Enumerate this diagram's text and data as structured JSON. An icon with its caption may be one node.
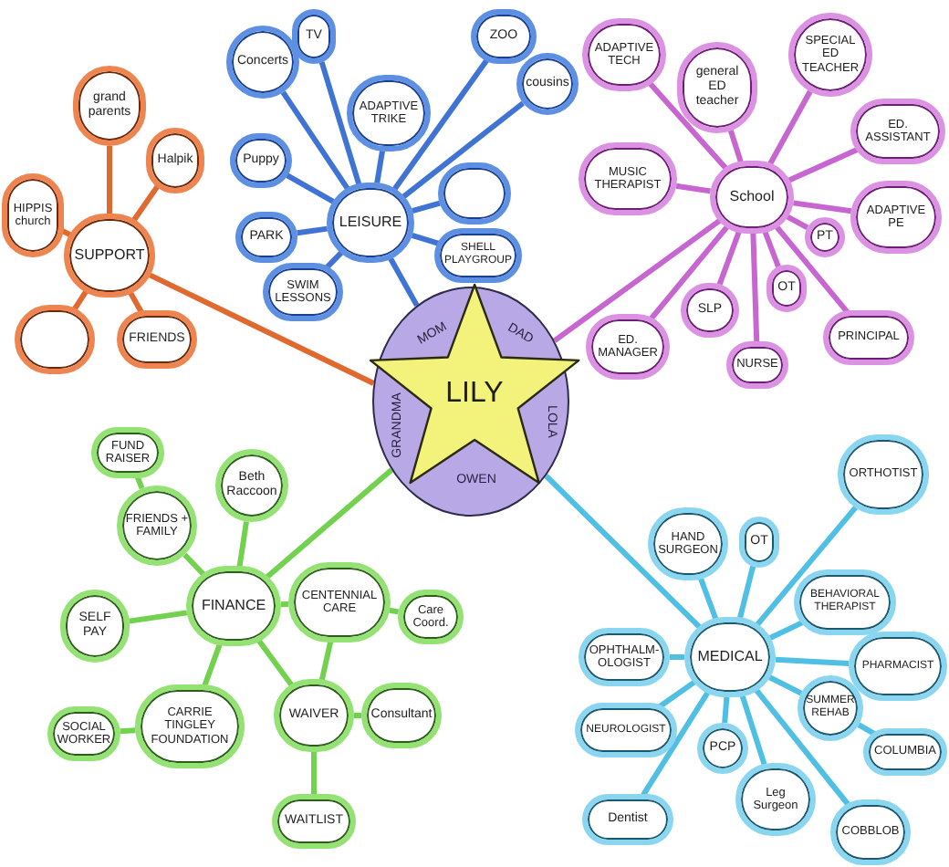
{
  "diagram": {
    "nodes": [
      {
        "text": [
          "HIPPIS church"
        ]
      },
      {
        "text": [
          "grand parents"
        ]
      },
      {
        "text": [
          "Halpik"
        ]
      },
      {
        "text": [
          "SUPPORT"
        ]
      },
      {
        "text": [],
        "shape": "circle"
      },
      {
        "text": [
          "FRIENDS"
        ]
      },
      {
        "text": [
          "Concerts"
        ]
      },
      {
        "text": [
          "TV"
        ]
      },
      {
        "text": [
          "ZOO"
        ]
      },
      {
        "text": [
          "ADAPTIVE TRIKE"
        ]
      },
      {
        "text": [
          "cousins"
        ]
      },
      {
        "text": [
          "Puppy"
        ]
      },
      {
        "text": [],
        "shape": "circle"
      },
      {
        "text": [
          "LEISURE"
        ]
      },
      {
        "text": [
          "PARK"
        ]
      },
      {
        "text": [
          "SHELL PLAYGROUP"
        ]
      },
      {
        "text": [
          "SWIM LESSONS"
        ]
      },
      {
        "text": [
          "ADAPTIVE TECH"
        ]
      },
      {
        "text": [
          "general ED teacher"
        ]
      },
      {
        "text": [
          "SPECIAL ED TEACHER"
        ]
      },
      {
        "text": [
          "ED. ASSISTANT"
        ]
      },
      {
        "text": [
          "MUSIC THERAPIST"
        ]
      },
      {
        "text": [
          "School"
        ]
      },
      {
        "text": [
          "PT"
        ]
      },
      {
        "text": [
          "ADAPTIVE PE"
        ]
      },
      {
        "text": [
          "OT"
        ]
      },
      {
        "text": [
          "ED. MANAGER"
        ]
      },
      {
        "text": [
          "SLP"
        ]
      },
      {
        "text": [
          "NURSE"
        ]
      },
      {
        "text": [
          "PRINCIPAL"
        ]
      },
      {
        "text": [
          "MOM",
          "DAD",
          "LOLA",
          "OWEN",
          "GRANDMA"
        ]
      },
      {
        "text": [
          "LILY"
        ]
      },
      {
        "text": [
          "FUND RAISER"
        ]
      },
      {
        "text": [
          "FRIENDS + FAMILY"
        ]
      },
      {
        "text": [
          "Beth Raccoon"
        ]
      },
      {
        "text": [
          "SELF PAY"
        ]
      },
      {
        "text": [
          "FINANCE"
        ]
      },
      {
        "text": [
          "CENTENNIAL CARE"
        ]
      },
      {
        "text": [
          "Care Coord."
        ]
      },
      {
        "text": [
          "CARRIE TINGLEY FOUNDATION"
        ]
      },
      {
        "text": [
          "SOCIAL WORKER"
        ]
      },
      {
        "text": [
          "WAIVER"
        ]
      },
      {
        "text": [
          "Consultant"
        ]
      },
      {
        "text": [
          "WAITLIST"
        ]
      },
      {
        "text": [
          "ORTHOTIST"
        ]
      },
      {
        "text": [
          "HAND SURGEON"
        ]
      },
      {
        "text": [
          "OT"
        ]
      },
      {
        "text": [
          "BEHAVIORAL THERAPIST"
        ]
      },
      {
        "text": [
          "OPHTHALM-OLOGIST"
        ]
      },
      {
        "text": [
          "MEDICAL"
        ]
      },
      {
        "text": [
          "PHARMACIST"
        ]
      },
      {
        "text": [
          "SUMMER REHAB"
        ]
      },
      {
        "text": [
          "NEUROLOGIST"
        ]
      },
      {
        "text": [
          "PCP"
        ]
      },
      {
        "text": [
          "Leg Surgeon"
        ]
      },
      {
        "text": [
          "COLUMBIA"
        ]
      },
      {
        "text": [
          "COBBLOB"
        ]
      },
      {
        "text": [
          "Dentist"
        ]
      }
    ],
    "edges": [
      {
        "from": 30,
        "to": 3,
        "arrow": "none",
        "color": "#e0692f"
      },
      {
        "from": 30,
        "to": 13,
        "arrow": "none",
        "color": "#3f74d4"
      },
      {
        "from": 30,
        "to": 22,
        "arrow": "none",
        "color": "#c766d0"
      },
      {
        "from": 30,
        "to": 36,
        "arrow": "none",
        "color": "#72d14f"
      },
      {
        "from": 30,
        "to": 49,
        "arrow": "none"
      },
      {
        "from": 3,
        "to": 0,
        "arrow": "none",
        "color": "#e0692f"
      },
      {
        "from": 3,
        "to": 1,
        "arrow": "none",
        "color": "#e0692f"
      },
      {
        "from": 3,
        "to": 2,
        "arrow": "none",
        "color": "#e0692f"
      },
      {
        "from": 3,
        "to": 4,
        "arrow": "none",
        "color": "#e0692f"
      },
      {
        "from": 3,
        "to": 5,
        "arrow": "none",
        "color": "#e0692f"
      },
      {
        "from": 13,
        "to": 6,
        "arrow": "none",
        "color": "#3f74d4"
      },
      {
        "from": 13,
        "to": 7,
        "arrow": "none",
        "color": "#3f74d4"
      },
      {
        "from": 13,
        "to": 8,
        "arrow": "none",
        "color": "#3f74d4"
      },
      {
        "from": 13,
        "to": 9,
        "arrow": "none",
        "color": "#3f74d4"
      },
      {
        "from": 13,
        "to": 10,
        "arrow": "none",
        "color": "#3f74d4"
      },
      {
        "from": 13,
        "to": 11,
        "arrow": "none",
        "color": "#3f74d4"
      },
      {
        "from": 13,
        "to": 12,
        "arrow": "none",
        "color": "#3f74d4"
      },
      {
        "from": 13,
        "to": 14,
        "arrow": "none",
        "color": "#3f74d4"
      },
      {
        "from": 13,
        "to": 15,
        "arrow": "none",
        "color": "#3f74d4"
      },
      {
        "from": 13,
        "to": 16,
        "arrow": "none",
        "color": "#3f74d4"
      },
      {
        "from": 22,
        "to": 17,
        "arrow": "none",
        "color": "#c766d0"
      },
      {
        "from": 22,
        "to": 18,
        "arrow": "none",
        "color": "#c766d0"
      },
      {
        "from": 22,
        "to": 19,
        "arrow": "none",
        "color": "#c766d0"
      },
      {
        "from": 22,
        "to": 20,
        "arrow": "none",
        "color": "#c766d0"
      },
      {
        "from": 22,
        "to": 21,
        "arrow": "none",
        "color": "#c766d0"
      },
      {
        "from": 22,
        "to": 23,
        "arrow": "none",
        "color": "#c766d0"
      },
      {
        "from": 22,
        "to": 24,
        "arrow": "none",
        "color": "#c766d0"
      },
      {
        "from": 22,
        "to": 25,
        "arrow": "none",
        "color": "#c766d0"
      },
      {
        "from": 22,
        "to": 26,
        "arrow": "none",
        "color": "#c766d0"
      },
      {
        "from": 22,
        "to": 27,
        "arrow": "none",
        "color": "#c766d0"
      },
      {
        "from": 22,
        "to": 28,
        "arrow": "none",
        "color": "#c766d0"
      },
      {
        "from": 22,
        "to": 29,
        "arrow": "none",
        "color": "#c766d0"
      },
      {
        "from": 33,
        "to": 32,
        "arrow": "none",
        "color": "#72d14f"
      },
      {
        "from": 36,
        "to": 33,
        "arrow": "none",
        "color": "#72d14f"
      },
      {
        "from": 36,
        "to": 34,
        "arrow": "none",
        "color": "#72d14f"
      },
      {
        "from": 36,
        "to": 35,
        "arrow": "none",
        "color": "#72d14f"
      },
      {
        "from": 36,
        "to": 37,
        "arrow": "none",
        "color": "#72d14f"
      },
      {
        "from": 37,
        "to": 38,
        "arrow": "none",
        "color": "#72d14f"
      },
      {
        "from": 37,
        "to": 41,
        "arrow": "none",
        "color": "#72d14f"
      },
      {
        "from": 36,
        "to": 41,
        "arrow": "none",
        "color": "#72d14f"
      },
      {
        "from": 41,
        "to": 42,
        "arrow": "none",
        "color": "#72d14f"
      },
      {
        "from": 41,
        "to": 43,
        "arrow": "none",
        "color": "#72d14f"
      },
      {
        "from": 36,
        "to": 39,
        "arrow": "none",
        "color": "#72d14f"
      },
      {
        "from": 39,
        "to": 40,
        "arrow": "none",
        "color": "#72d14f"
      },
      {
        "from": 49,
        "to": 44,
        "arrow": "none"
      },
      {
        "from": 49,
        "to": 45,
        "arrow": "none"
      },
      {
        "from": 49,
        "to": 46,
        "arrow": "none"
      },
      {
        "from": 49,
        "to": 47,
        "arrow": "none"
      },
      {
        "from": 49,
        "to": 48,
        "arrow": "none"
      },
      {
        "from": 49,
        "to": 50,
        "arrow": "none"
      },
      {
        "from": 49,
        "to": 51,
        "arrow": "none"
      },
      {
        "from": 49,
        "to": 52,
        "arrow": "none"
      },
      {
        "from": 49,
        "to": 53,
        "arrow": "none"
      },
      {
        "from": 49,
        "to": 54,
        "arrow": "none"
      },
      {
        "from": 49,
        "to": 56,
        "arrow": "none"
      },
      {
        "from": 49,
        "to": 57,
        "arrow": "none"
      },
      {
        "from": 51,
        "to": 55,
        "arrow": "none"
      }
    ]
  }
}
